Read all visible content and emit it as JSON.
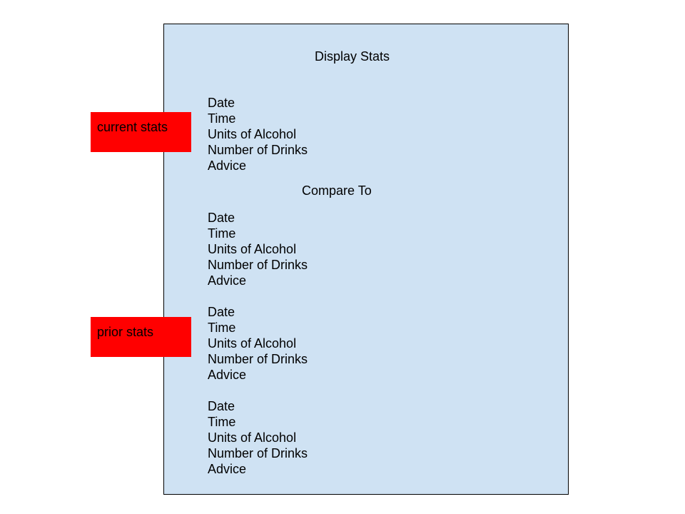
{
  "title": "Display Stats",
  "compare_heading": "Compare To",
  "tags": {
    "current": "current stats",
    "prior": "prior stats",
    "color": "#ff0000"
  },
  "panel_color": "#cfe2f3",
  "stat_groups": [
    {
      "lines": [
        "Date",
        "Time",
        "Units of Alcohol",
        "Number of Drinks",
        "Advice"
      ]
    },
    {
      "lines": [
        "Date",
        "Time",
        "Units of Alcohol",
        "Number of Drinks",
        "Advice"
      ]
    },
    {
      "lines": [
        "Date",
        "Time",
        "Units of Alcohol",
        "Number of Drinks",
        "Advice"
      ]
    },
    {
      "lines": [
        "Date",
        "Time",
        "Units of Alcohol",
        "Number of Drinks",
        "Advice"
      ]
    }
  ]
}
